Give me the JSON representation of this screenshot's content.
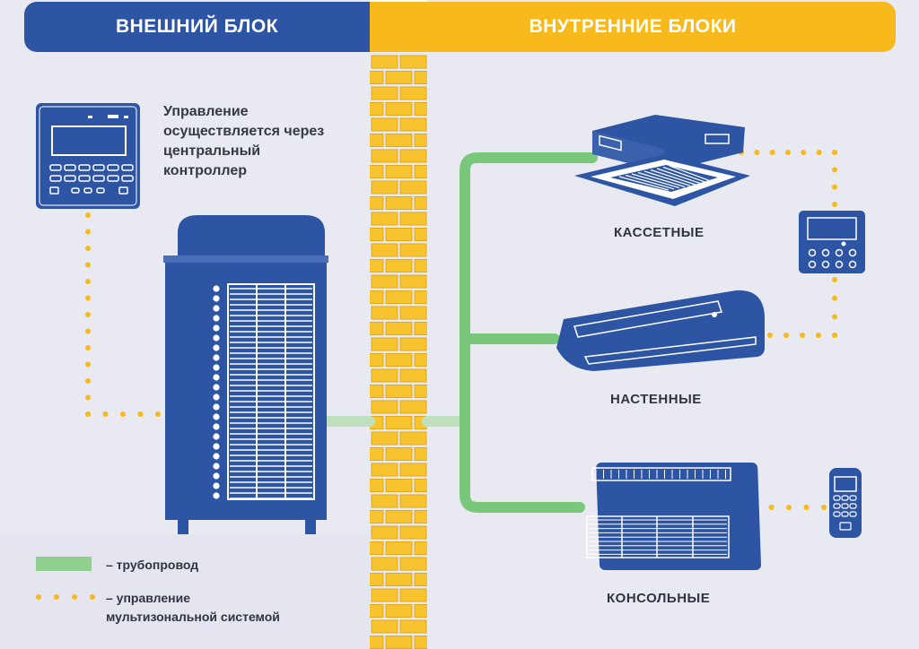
{
  "header": {
    "outdoor_title": "ВНЕШНИЙ БЛОК",
    "indoor_title": "ВНУТРЕННИЕ БЛОКИ"
  },
  "controller_note": {
    "line1": "Управление",
    "line2": "осуществляется через",
    "line3": "центральный",
    "line4": "контроллер"
  },
  "units": {
    "cassette": "КАССЕТНЫЕ",
    "wall": "НАСТЕННЫЕ",
    "console": "КОНСОЛЬНЫЕ"
  },
  "legend": {
    "pipe": "– трубопровод",
    "control_line1": "– управление",
    "control_line2": "мультизональной системой"
  },
  "colors": {
    "blue": "#2d55a4",
    "yellow": "#f7b91b",
    "pipe_green": "#79c77a",
    "background": "#e9eaf1"
  }
}
